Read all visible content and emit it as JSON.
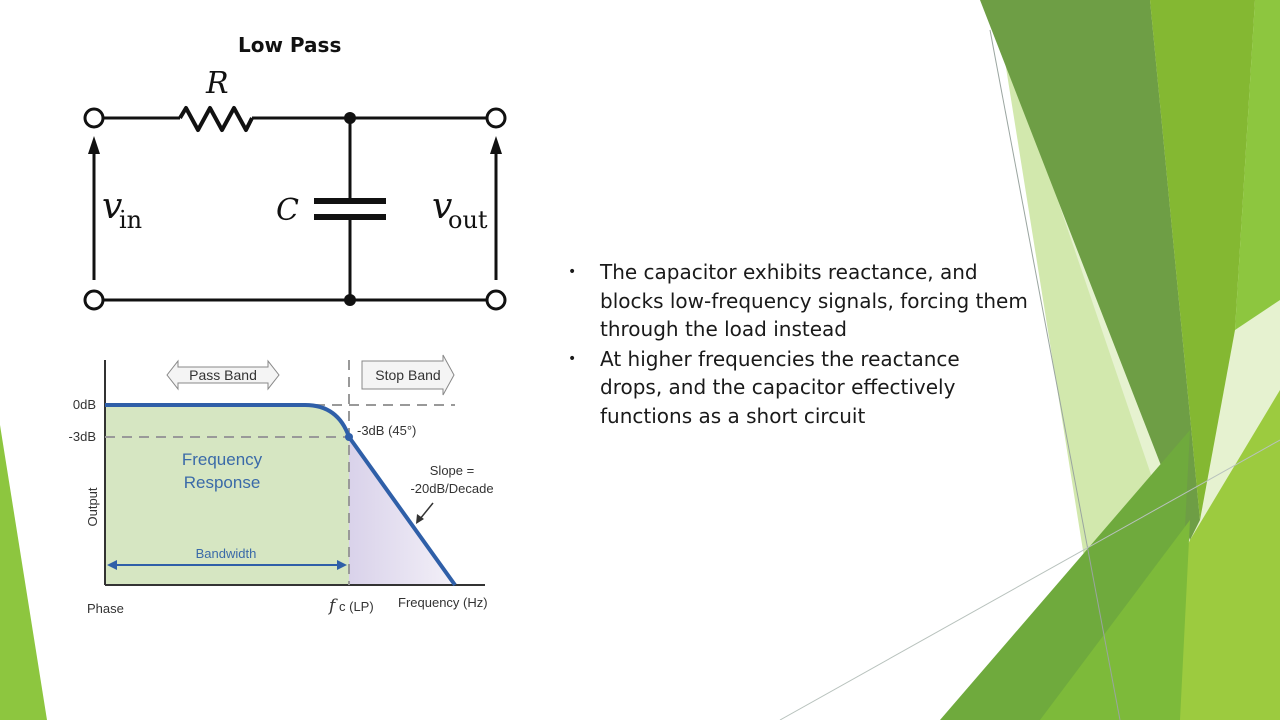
{
  "title": "Low Pass",
  "circuit": {
    "resistor_label": "R",
    "capacitor_label": "C",
    "vin_symbol": "v",
    "vin_sub": "in",
    "vout_symbol": "v",
    "vout_sub": "out"
  },
  "response_chart": {
    "pass_band": "Pass Band",
    "stop_band": "Stop Band",
    "zero_db": "0dB",
    "minus3_db": "-3dB",
    "cutoff_point": "-3dB (45°)",
    "frequency_response_line1": "Frequency",
    "frequency_response_line2": "Response",
    "slope_line1": "Slope =",
    "slope_line2": "-20dB/Decade",
    "bandwidth": "Bandwidth",
    "ylabel": "Output",
    "phase": "Phase",
    "cutoff_f": "f",
    "cutoff_sub": "c (LP)",
    "xlabel": "Frequency (Hz)"
  },
  "bullets": [
    "The capacitor exhibits reactance, and blocks low-frequency signals, forcing them through the load instead",
    "At higher frequencies the reactance drops, and the capacitor effectively functions as a short circuit"
  ],
  "bullet_char": "•",
  "colors": {
    "accent_dark": "#6fa23c",
    "accent_light": "#c8e39d",
    "accent_mid": "#8dc63f",
    "curve": "#2f5fa8",
    "pass_fill": "#d6e6c2"
  }
}
